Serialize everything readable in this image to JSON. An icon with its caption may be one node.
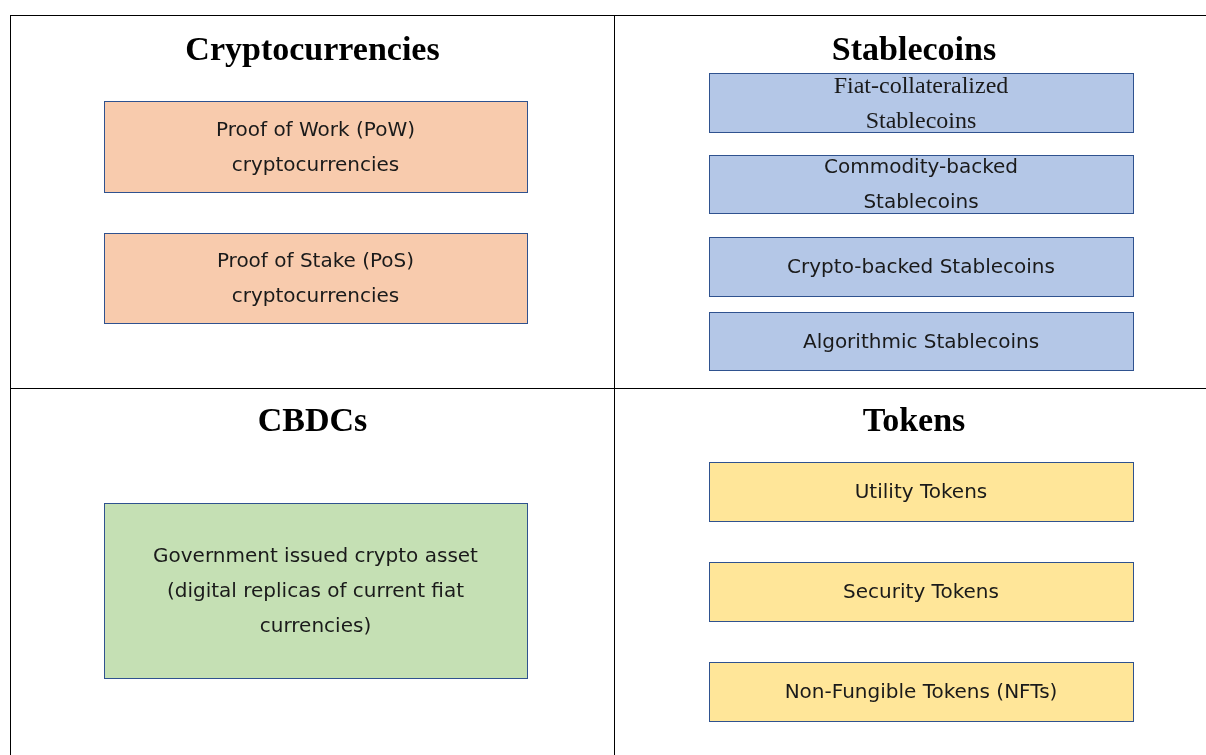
{
  "diagram": {
    "nodes": [
      {
        "text": [
          "Cryptocurrencies"
        ]
      },
      {
        "text": [
          "Proof of Work (PoW) cryptocurrencies"
        ],
        "in": 0
      },
      {
        "text": [
          "Proof of Stake (PoS) cryptocurrencies"
        ],
        "in": 0
      },
      {
        "text": [
          "Stablecoins"
        ]
      },
      {
        "text": [
          "Fiat-collateralized Stablecoins"
        ],
        "in": 3
      },
      {
        "text": [
          "Commodity-backed Stablecoins"
        ],
        "in": 3
      },
      {
        "text": [
          "Crypto-backed Stablecoins"
        ],
        "in": 3
      },
      {
        "text": [
          "Algorithmic Stablecoins"
        ],
        "in": 3
      },
      {
        "text": [
          "CBDCs"
        ]
      },
      {
        "text": [
          "Government issued crypto asset (digital replicas of current fiat currencies)"
        ],
        "in": 8
      },
      {
        "text": [
          "Tokens"
        ]
      },
      {
        "text": [
          "Utility Tokens"
        ],
        "in": 10
      },
      {
        "text": [
          "Security Tokens"
        ],
        "in": 10
      },
      {
        "text": [
          "Non-Fungible Tokens (NFTs)"
        ],
        "in": 10
      }
    ],
    "edges": []
  }
}
